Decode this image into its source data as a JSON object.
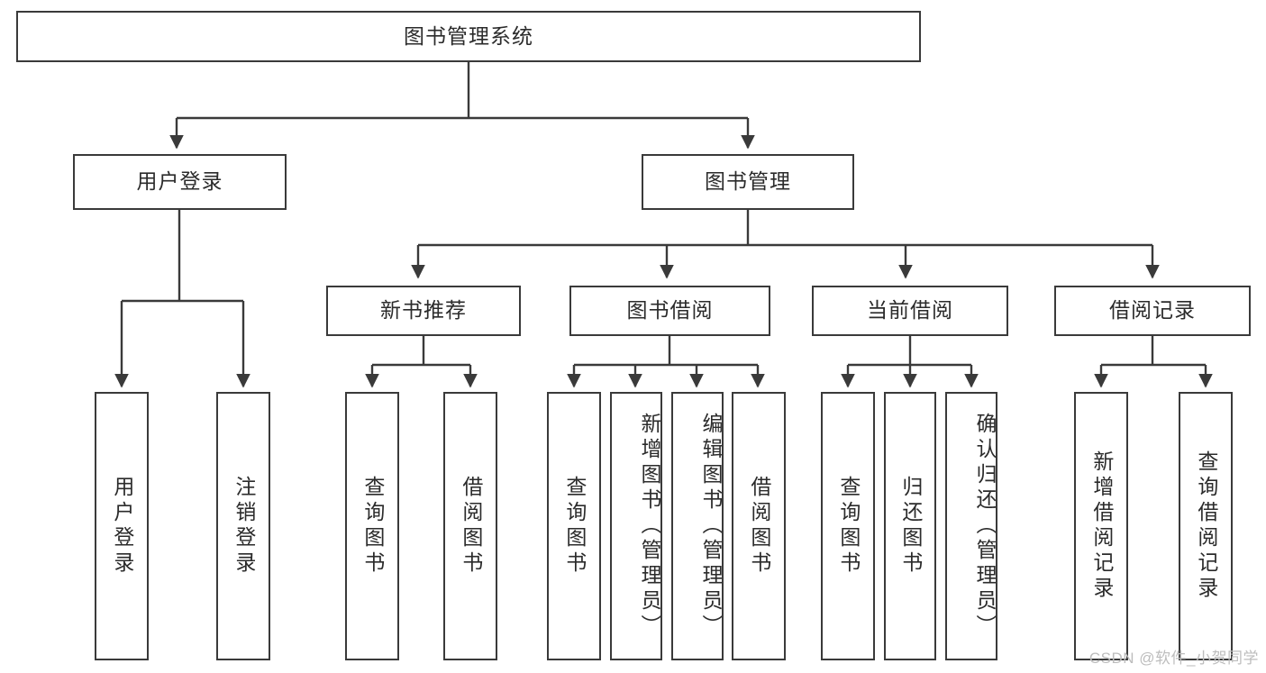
{
  "diagram": {
    "type": "tree",
    "title": "图书管理系统",
    "watermark": "CSDN @软件_小贺同学",
    "stroke_color": "#3a3a3a",
    "text_color": "#2b2b2b",
    "background_color": "#ffffff",
    "nodes": {
      "root": {
        "label": "图书管理系统"
      },
      "level2": [
        {
          "id": "user-login",
          "label": "用户登录"
        },
        {
          "id": "book-manage",
          "label": "图书管理"
        }
      ],
      "level3": [
        {
          "id": "new-book-recommend",
          "label": "新书推荐"
        },
        {
          "id": "book-borrow",
          "label": "图书借阅"
        },
        {
          "id": "current-borrow",
          "label": "当前借阅"
        },
        {
          "id": "borrow-record",
          "label": "借阅记录"
        }
      ],
      "leaves": {
        "user-login": [
          {
            "id": "leaf-user-login",
            "label": "用户登录"
          },
          {
            "id": "leaf-user-logout",
            "label": "注销登录"
          }
        ],
        "new-book-recommend": [
          {
            "id": "leaf-query-book-1",
            "label": "查询图书"
          },
          {
            "id": "leaf-borrow-book-1",
            "label": "借阅图书"
          }
        ],
        "book-borrow": [
          {
            "id": "leaf-query-book-2",
            "label": "查询图书"
          },
          {
            "id": "leaf-add-book",
            "label": "新增图书（管理员）"
          },
          {
            "id": "leaf-edit-book",
            "label": "编辑图书（管理员）"
          },
          {
            "id": "leaf-borrow-book-2",
            "label": "借阅图书"
          }
        ],
        "current-borrow": [
          {
            "id": "leaf-query-book-3",
            "label": "查询图书"
          },
          {
            "id": "leaf-return-book",
            "label": "归还图书"
          },
          {
            "id": "leaf-confirm-return",
            "label": "确认归还（管理员）"
          }
        ],
        "borrow-record": [
          {
            "id": "leaf-add-record",
            "label": "新增借阅记录"
          },
          {
            "id": "leaf-query-record",
            "label": "查询借阅记录"
          }
        ]
      }
    }
  }
}
